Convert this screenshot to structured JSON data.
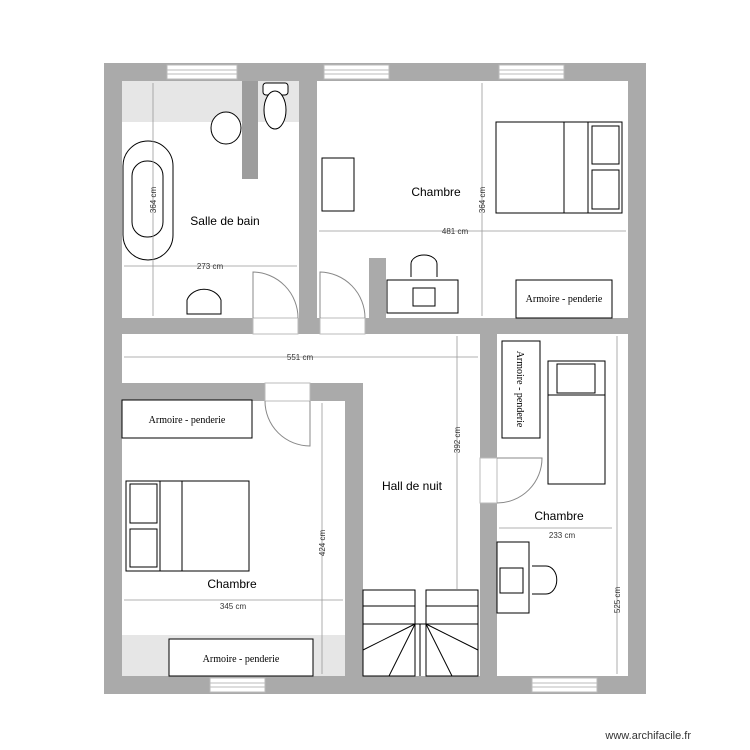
{
  "rooms": {
    "bathroom": "Salle de bain",
    "bedroom_top_right": "Chambre",
    "bedroom_bottom_left": "Chambre",
    "bedroom_right": "Chambre",
    "hall": "Hall de nuit"
  },
  "dimensions": {
    "bath_height": "364 cm",
    "bath_width": "273 cm",
    "bedroom_top_height": "364 cm",
    "bedroom_top_width": "481 cm",
    "hall_width": "551 cm",
    "hall_height": "392 cm",
    "bedroom_left_height": "424 cm",
    "bedroom_left_width": "345 cm",
    "bedroom_right_height": "525 cm",
    "bedroom_right_width": "233 cm"
  },
  "furniture": {
    "wardrobe_top_right": "Armoire - penderie",
    "wardrobe_left_top": "Armoire - penderie",
    "wardrobe_left_bottom": "Armoire - penderie",
    "wardrobe_right": "Armoire - penderie"
  },
  "watermark": "www.archifacile.fr",
  "colors": {
    "wall": "#aaaaaa",
    "floor": "#ffffff",
    "tile": "#e6e6e6"
  }
}
